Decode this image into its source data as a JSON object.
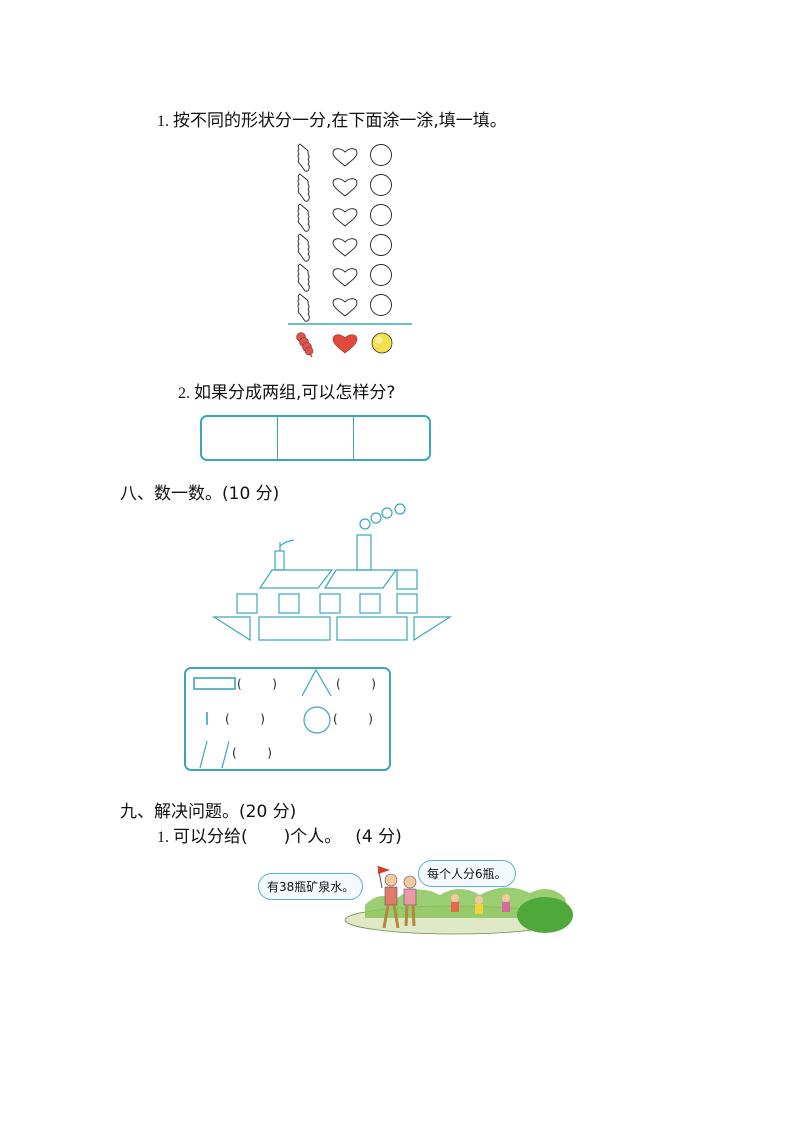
{
  "q1": {
    "number": "1.",
    "text": "按不同的形状分一分,在下面涂一涂,填一填。",
    "shape_columns": [
      {
        "shape": "stick-icon",
        "count": 6,
        "fill_color": "#d9534f"
      },
      {
        "shape": "heart-icon",
        "count": 6,
        "fill_color": "#e04a3c"
      },
      {
        "shape": "circle-icon",
        "count": 6,
        "fill_color": "#f2e14c"
      }
    ],
    "divider_color": "#3aa7b9"
  },
  "q2": {
    "number": "2.",
    "text": "如果分成两组,可以怎样分?",
    "boxes": 3
  },
  "section8": {
    "title": "八、数一数。(10 分)",
    "picture": "ship-made-of-shapes",
    "counts": [
      {
        "shape": "rectangle-icon",
        "answer": "(        )"
      },
      {
        "shape": "triangle-icon",
        "answer": "(        )"
      },
      {
        "shape": "square-icon",
        "answer": "(        )"
      },
      {
        "shape": "circle-icon",
        "answer": "(        )"
      },
      {
        "shape": "parallelogram-icon",
        "answer": "(        )"
      }
    ]
  },
  "section9": {
    "title": "九、解决问题。(20 分)",
    "q1": {
      "number": "1.",
      "text_before": "可以分给(",
      "text_after": ")个人。",
      "points": "(4 分)"
    },
    "illustration": {
      "bubble_left": "有38瓶矿泉水。",
      "bubble_right": "每个人分6瓶。"
    }
  },
  "colors": {
    "line": "#3aa7b9",
    "text": "#111111"
  }
}
